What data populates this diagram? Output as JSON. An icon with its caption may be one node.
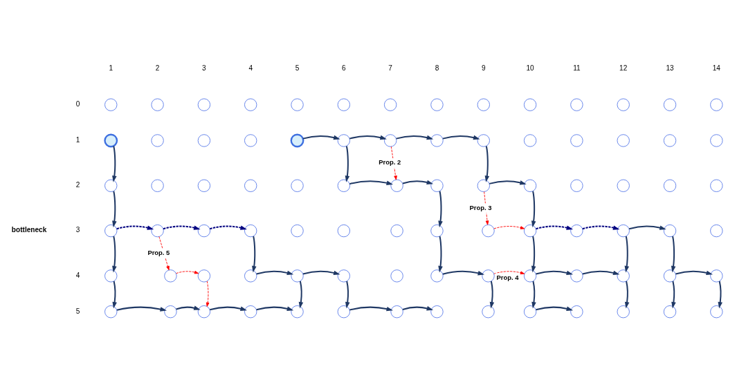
{
  "diagram": {
    "nodes": [
      {
        "text": [],
        "shape": "circle"
      },
      {
        "text": [],
        "shape": "circle"
      },
      {
        "text": [],
        "shape": "circle"
      },
      {
        "text": [],
        "shape": "circle"
      },
      {
        "text": [],
        "shape": "circle"
      },
      {
        "text": [],
        "shape": "circle"
      },
      {
        "text": [],
        "shape": "circle"
      },
      {
        "text": [],
        "shape": "circle"
      },
      {
        "text": [],
        "shape": "circle"
      },
      {
        "text": [],
        "shape": "circle"
      },
      {
        "text": [],
        "shape": "circle"
      },
      {
        "text": [],
        "shape": "circle"
      },
      {
        "text": [],
        "shape": "circle"
      },
      {
        "text": [],
        "shape": "circle"
      },
      {
        "text": [],
        "shape": "circle"
      },
      {
        "text": [],
        "shape": "circle"
      },
      {
        "text": [],
        "shape": "circle"
      },
      {
        "text": [],
        "shape": "circle"
      },
      {
        "text": [],
        "shape": "circle"
      },
      {
        "text": [],
        "shape": "circle"
      },
      {
        "text": [],
        "shape": "circle"
      },
      {
        "text": [],
        "shape": "circle"
      },
      {
        "text": [],
        "shape": "circle"
      },
      {
        "text": [],
        "shape": "circle"
      },
      {
        "text": [],
        "shape": "circle"
      },
      {
        "text": [],
        "shape": "circle"
      },
      {
        "text": [],
        "shape": "circle"
      },
      {
        "text": [],
        "shape": "circle"
      },
      {
        "text": [],
        "shape": "circle"
      },
      {
        "text": [],
        "shape": "circle"
      },
      {
        "text": [],
        "shape": "circle"
      },
      {
        "text": [],
        "shape": "circle"
      },
      {
        "text": [],
        "shape": "circle"
      },
      {
        "text": [],
        "shape": "circle"
      },
      {
        "text": [],
        "shape": "circle"
      },
      {
        "text": [],
        "shape": "circle"
      },
      {
        "text": [],
        "shape": "circle"
      },
      {
        "text": [],
        "shape": "circle"
      },
      {
        "text": [],
        "shape": "circle"
      },
      {
        "text": [],
        "shape": "circle"
      },
      {
        "text": [],
        "shape": "circle"
      },
      {
        "text": [],
        "shape": "circle"
      },
      {
        "text": [],
        "shape": "circle"
      },
      {
        "text": [],
        "shape": "circle"
      },
      {
        "text": [],
        "shape": "circle"
      },
      {
        "text": [],
        "shape": "circle"
      },
      {
        "text": [],
        "shape": "circle"
      },
      {
        "text": [],
        "shape": "circle"
      },
      {
        "text": [],
        "shape": "circle"
      },
      {
        "text": [],
        "shape": "circle"
      },
      {
        "text": [],
        "shape": "circle"
      },
      {
        "text": [],
        "shape": "circle"
      },
      {
        "text": [],
        "shape": "circle"
      },
      {
        "text": [],
        "shape": "circle"
      },
      {
        "text": [],
        "shape": "circle"
      },
      {
        "text": [],
        "shape": "circle"
      },
      {
        "text": [],
        "shape": "circle"
      },
      {
        "text": [],
        "shape": "circle"
      },
      {
        "text": [],
        "shape": "circle"
      },
      {
        "text": [],
        "shape": "circle"
      },
      {
        "text": [],
        "shape": "circle"
      },
      {
        "text": [],
        "shape": "circle"
      },
      {
        "text": [],
        "shape": "circle"
      },
      {
        "text": [],
        "shape": "circle"
      },
      {
        "text": [],
        "shape": "circle"
      },
      {
        "text": [],
        "shape": "circle"
      },
      {
        "text": [],
        "shape": "circle"
      },
      {
        "text": [],
        "shape": "circle"
      },
      {
        "text": [],
        "shape": "circle"
      },
      {
        "text": [],
        "shape": "circle"
      },
      {
        "text": [],
        "shape": "circle"
      },
      {
        "text": [],
        "shape": "circle"
      },
      {
        "text": [],
        "shape": "circle"
      },
      {
        "text": [],
        "shape": "circle"
      },
      {
        "text": [],
        "shape": "circle"
      },
      {
        "text": [],
        "shape": "circle"
      },
      {
        "text": [],
        "shape": "circle"
      },
      {
        "text": [],
        "shape": "circle"
      },
      {
        "text": [],
        "shape": "circle"
      },
      {
        "text": [],
        "shape": "circle"
      },
      {
        "text": [],
        "shape": "circle"
      },
      {
        "text": [],
        "shape": "circle"
      },
      {
        "text": [],
        "shape": "circle"
      },
      {
        "text": [],
        "shape": "circle"
      }
    ],
    "edges": [
      {
        "from": 18,
        "to": 19,
        "arrow": "to"
      },
      {
        "from": 19,
        "to": 20,
        "arrow": "to"
      },
      {
        "from": 20,
        "to": 21,
        "arrow": "to"
      },
      {
        "from": 21,
        "to": 22,
        "arrow": "to"
      },
      {
        "from": 14,
        "to": 28,
        "arrow": "to"
      },
      {
        "from": 19,
        "to": 33,
        "arrow": "to"
      },
      {
        "from": 20,
        "to": 34,
        "arrow": "to",
        "label": "Prop. 2",
        "style": "dashed",
        "color": "#ff0000"
      },
      {
        "from": 22,
        "to": 36,
        "arrow": "to"
      },
      {
        "from": 33,
        "to": 34,
        "arrow": "to"
      },
      {
        "from": 34,
        "to": 35,
        "arrow": "to"
      },
      {
        "from": 36,
        "to": 37,
        "arrow": "to"
      },
      {
        "from": 28,
        "to": 42,
        "arrow": "to"
      },
      {
        "from": 35,
        "to": 49,
        "arrow": "to"
      },
      {
        "from": 36,
        "to": 50,
        "arrow": "to",
        "label": "Prop. 3",
        "style": "dashed",
        "color": "#ff0000"
      },
      {
        "from": 37,
        "to": 51,
        "arrow": "to"
      },
      {
        "from": 42,
        "to": 43,
        "arrow": "to",
        "style": "dashed",
        "color": "#000080"
      },
      {
        "from": 43,
        "to": 44,
        "arrow": "to",
        "style": "dashed",
        "color": "#000080"
      },
      {
        "from": 44,
        "to": 45,
        "arrow": "to",
        "style": "dashed",
        "color": "#000080"
      },
      {
        "from": 50,
        "to": 51,
        "arrow": "to",
        "style": "dashed",
        "color": "#ff0000"
      },
      {
        "from": 51,
        "to": 52,
        "arrow": "to",
        "style": "dashed",
        "color": "#000080"
      },
      {
        "from": 52,
        "to": 53,
        "arrow": "to",
        "style": "dashed",
        "color": "#000080"
      },
      {
        "from": 53,
        "to": 54,
        "arrow": "to"
      },
      {
        "from": 42,
        "to": 56,
        "arrow": "to"
      },
      {
        "from": 43,
        "to": 57,
        "arrow": "to",
        "label": "Prop. 5",
        "style": "dashed",
        "color": "#ff0000"
      },
      {
        "from": 45,
        "to": 59,
        "arrow": "to"
      },
      {
        "from": 49,
        "to": 63,
        "arrow": "to"
      },
      {
        "from": 51,
        "to": 65,
        "arrow": "to"
      },
      {
        "from": 53,
        "to": 67,
        "arrow": "to"
      },
      {
        "from": 54,
        "to": 68,
        "arrow": "to"
      },
      {
        "from": 57,
        "to": 58,
        "arrow": "to",
        "style": "dashed",
        "color": "#ff0000"
      },
      {
        "from": 59,
        "to": 60,
        "arrow": "to"
      },
      {
        "from": 60,
        "to": 61,
        "arrow": "to"
      },
      {
        "from": 63,
        "to": 64,
        "arrow": "to"
      },
      {
        "from": 64,
        "to": 65,
        "arrow": "to",
        "label": "Prop. 4",
        "style": "dashed",
        "color": "#ff0000"
      },
      {
        "from": 65,
        "to": 66,
        "arrow": "to"
      },
      {
        "from": 66,
        "to": 67,
        "arrow": "to"
      },
      {
        "from": 68,
        "to": 69,
        "arrow": "to"
      },
      {
        "from": 56,
        "to": 70,
        "arrow": "to"
      },
      {
        "from": 58,
        "to": 72,
        "arrow": "to",
        "style": "dashed",
        "color": "#ff0000"
      },
      {
        "from": 60,
        "to": 74,
        "arrow": "to"
      },
      {
        "from": 61,
        "to": 75,
        "arrow": "to"
      },
      {
        "from": 64,
        "to": 78,
        "arrow": "to"
      },
      {
        "from": 65,
        "to": 79,
        "arrow": "to"
      },
      {
        "from": 67,
        "to": 81,
        "arrow": "to"
      },
      {
        "from": 68,
        "to": 82,
        "arrow": "to"
      },
      {
        "from": 69,
        "to": 83,
        "arrow": "to"
      },
      {
        "from": 70,
        "to": 71,
        "arrow": "to"
      },
      {
        "from": 71,
        "to": 72,
        "arrow": "to"
      },
      {
        "from": 72,
        "to": 73,
        "arrow": "to"
      },
      {
        "from": 73,
        "to": 74,
        "arrow": "to"
      },
      {
        "from": 75,
        "to": 76,
        "arrow": "to"
      },
      {
        "from": 76,
        "to": 77,
        "arrow": "to"
      },
      {
        "from": 79,
        "to": 80,
        "arrow": "to"
      }
    ],
    "labels": [
      "1",
      "2",
      "3",
      "4",
      "5",
      "6",
      "7",
      "8",
      "9",
      "10",
      "11",
      "12",
      "13",
      "14",
      "0",
      "1",
      "2",
      "bottleneck",
      "3",
      "4",
      "5"
    ]
  }
}
